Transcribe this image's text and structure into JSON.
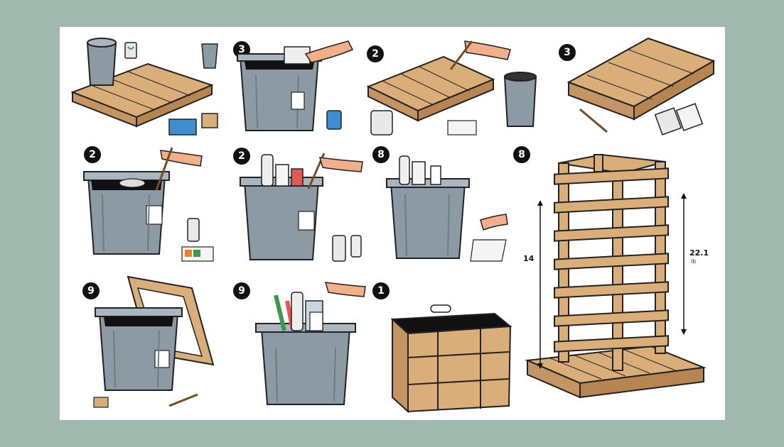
{
  "steps": [
    {
      "badge": ""
    },
    {
      "badge": "3"
    },
    {
      "badge": "2"
    },
    {
      "badge": "3"
    },
    {
      "badge": "2"
    },
    {
      "badge": "2"
    },
    {
      "badge": "8"
    },
    {
      "badge": "8"
    },
    {
      "badge": "9"
    },
    {
      "badge": "9"
    },
    {
      "badge": "1"
    }
  ],
  "tower": {
    "height_left_label": "14",
    "height_right_label": "22.1",
    "height_right_unit": "lb"
  },
  "colors": {
    "background": "#9fb9ae",
    "panel": "#ffffff",
    "bin": "#8c9aa3",
    "wood": "#d9ae78",
    "outline": "#222222"
  }
}
